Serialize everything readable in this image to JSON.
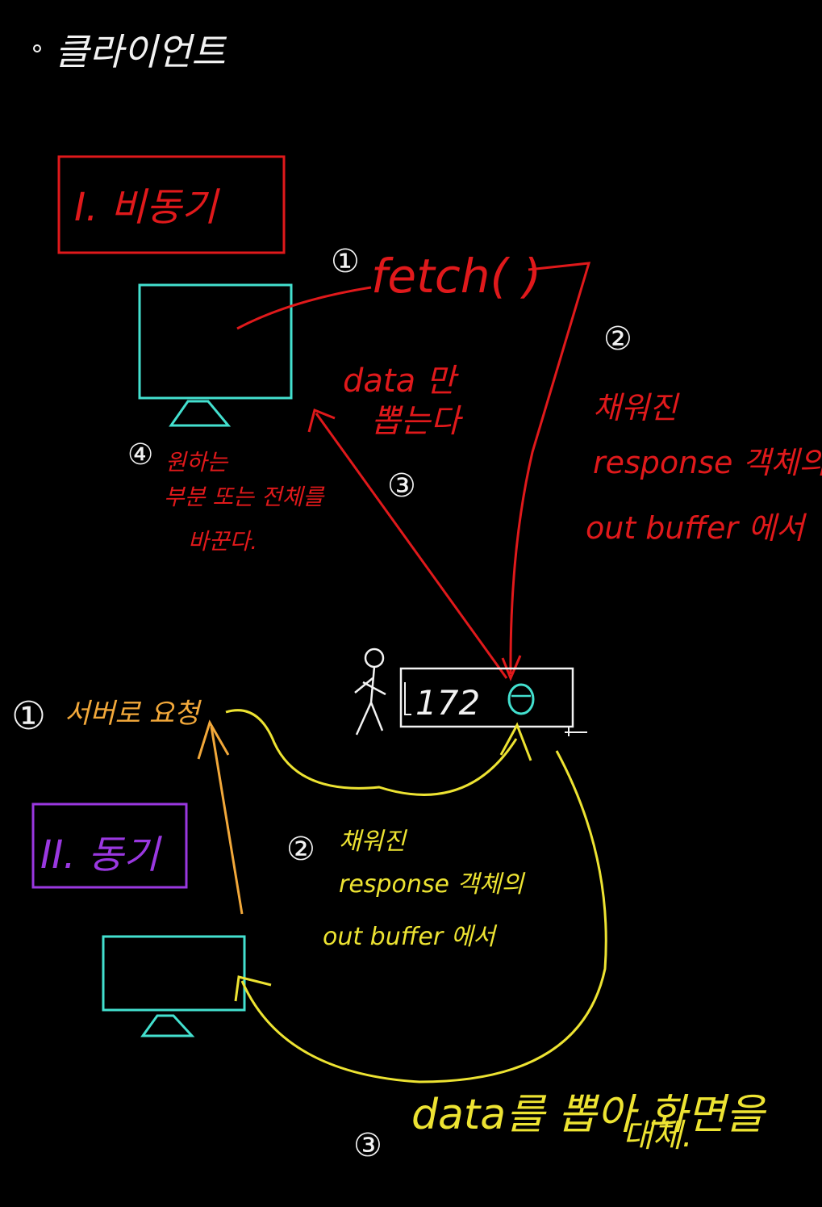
{
  "title": "클라이언트",
  "colors": {
    "background": "#000000",
    "red": "#e0191b",
    "yellow": "#ede332",
    "orange": "#f2a83a",
    "cyan": "#43e0cf",
    "purple": "#9a38e0",
    "white": "#f2f2f2"
  },
  "async_section": {
    "heading": "I. 비동기",
    "step1_num": "①",
    "step1_label": "fetch( )",
    "step2_num": "②",
    "step2_lines": [
      "채워진",
      "response 객체의",
      "out buffer 에서"
    ],
    "step3_num": "③",
    "step3_lines": [
      "data 만",
      "뽑는다"
    ],
    "step4_num": "④",
    "step4_lines": [
      "원하는",
      "부분 또는 전체를",
      "바꾼다."
    ]
  },
  "sync_section": {
    "heading": "II. 동기",
    "step1_num": "①",
    "step1_label": "서버로 요청",
    "step2_num": "②",
    "step2_lines": [
      "채워진",
      "response 객체의",
      "out buffer 에서"
    ],
    "step3_num": "③",
    "step3_lines": [
      "data를 뽑아 화면을",
      "대체."
    ]
  },
  "server": {
    "label": "172"
  }
}
